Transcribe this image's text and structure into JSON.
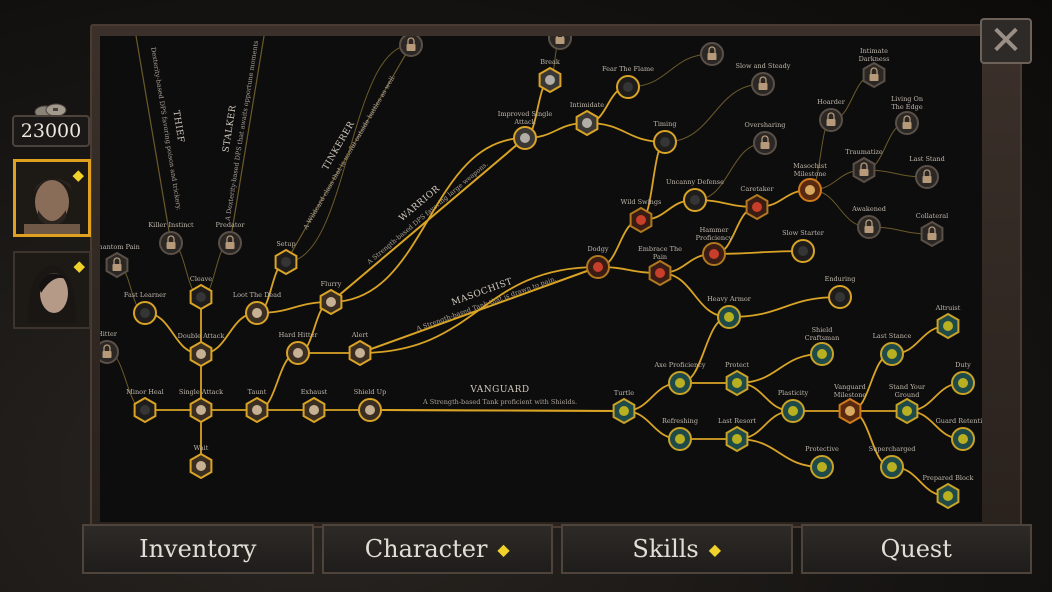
{
  "currency": {
    "amount": "23000",
    "icon": "coins-icon"
  },
  "characters": [
    {
      "name": "male-hero",
      "selected": true,
      "has_points": true
    },
    {
      "name": "female-hero",
      "selected": false,
      "has_points": true
    }
  ],
  "close_icon": "close-x-icon",
  "tabs": [
    {
      "label": "Inventory",
      "badge": false
    },
    {
      "label": "Character",
      "badge": true
    },
    {
      "label": "Skills",
      "badge": true
    },
    {
      "label": "Quest",
      "badge": false
    }
  ],
  "colors": {
    "gold": "#d9a426",
    "dim_line": "#6b5a2a",
    "masochist": "#c0412b",
    "vanguard": "#d4c21a",
    "vanguard_bg": "#1f4a4a",
    "milestone": "#d07a1c",
    "locked": "#2a2724"
  },
  "classes": [
    {
      "id": "thief",
      "title": "THIEF",
      "desc": "Dexterity-based DPS favoring poison and trickery."
    },
    {
      "id": "stalker",
      "title": "STALKER",
      "desc": "A Dexterity-based DPS that awaits opportune moments"
    },
    {
      "id": "tinkerer",
      "title": "TINKERER",
      "desc": "A Wildcard class that is useful outside battles as well."
    },
    {
      "id": "warrior",
      "title": "WARRIOR",
      "desc": "A Strength-based DPS favoring large weapons."
    },
    {
      "id": "masochist",
      "title": "MASOCHIST",
      "desc": "A Strength-based Tank that is drawn to pain."
    },
    {
      "id": "vanguard",
      "title": "VANGUARD",
      "desc": "A Strength-based Tank proficient with Shields."
    }
  ],
  "skills": [
    {
      "id": "wait",
      "name": "Wait",
      "shape": "hex",
      "state": "learned",
      "tree": "base"
    },
    {
      "id": "single",
      "name": "Single Attack",
      "shape": "hex",
      "state": "learned",
      "tree": "base"
    },
    {
      "id": "minorheal",
      "name": "Minor Heal",
      "shape": "hex",
      "state": "available",
      "tree": "base"
    },
    {
      "id": "double",
      "name": "Double Attack",
      "shape": "hex",
      "state": "learned",
      "tree": "base"
    },
    {
      "id": "cleave",
      "name": "Cleave",
      "shape": "hex",
      "state": "available",
      "tree": "base"
    },
    {
      "id": "fastlearner",
      "name": "Fast Learner",
      "shape": "circle",
      "state": "available",
      "tree": "base"
    },
    {
      "id": "loot",
      "name": "Loot The Dead",
      "shape": "circle",
      "state": "learned",
      "tree": "base"
    },
    {
      "id": "setup",
      "name": "Setup",
      "shape": "hex",
      "state": "available",
      "tree": "base"
    },
    {
      "id": "killer",
      "name": "Killer Instinct",
      "shape": "circle",
      "state": "locked",
      "tree": "base"
    },
    {
      "id": "predator",
      "name": "Predator",
      "shape": "circle",
      "state": "locked",
      "tree": "base"
    },
    {
      "id": "phantom",
      "name": "Phantom Pain",
      "shape": "hex",
      "state": "locked",
      "tree": "base"
    },
    {
      "id": "hitter",
      "name": "Hitter",
      "shape": "circle",
      "state": "locked",
      "tree": "base"
    },
    {
      "id": "taunt",
      "name": "Taunt",
      "shape": "hex",
      "state": "learned",
      "tree": "base"
    },
    {
      "id": "exhaust",
      "name": "Exhaust",
      "shape": "hex",
      "state": "learned",
      "tree": "base"
    },
    {
      "id": "shieldup",
      "name": "Shield Up",
      "shape": "circle",
      "state": "learned",
      "tree": "base"
    },
    {
      "id": "hardhitter",
      "name": "Hard Hitter",
      "shape": "circle",
      "state": "learned",
      "tree": "base"
    },
    {
      "id": "flurry",
      "name": "Flurry",
      "shape": "hex",
      "state": "learned",
      "tree": "base"
    },
    {
      "id": "alert",
      "name": "Alert",
      "shape": "hex",
      "state": "learned",
      "tree": "base"
    },
    {
      "id": "improved",
      "name": "Improved Single Attack",
      "shape": "circle",
      "state": "learned",
      "tree": "warrior"
    },
    {
      "id": "break",
      "name": "Break",
      "shape": "hex",
      "state": "learned",
      "tree": "warrior"
    },
    {
      "id": "intimidate",
      "name": "Intimidate",
      "shape": "hex",
      "state": "learned",
      "tree": "warrior"
    },
    {
      "id": "fear",
      "name": "Fear The Flame",
      "shape": "circle",
      "state": "available",
      "tree": "warrior"
    },
    {
      "id": "timing",
      "name": "Timing",
      "shape": "circle",
      "state": "available",
      "tree": "warrior"
    },
    {
      "id": "slowsteady",
      "name": "Slow and Steady",
      "shape": "circle",
      "state": "locked",
      "tree": "warrior"
    },
    {
      "id": "oversharing",
      "name": "Oversharing",
      "shape": "circle",
      "state": "locked",
      "tree": "warrior"
    },
    {
      "id": "top1",
      "name": "",
      "shape": "circle",
      "state": "locked",
      "tree": "warrior"
    },
    {
      "id": "top2",
      "name": "",
      "shape": "circle",
      "state": "locked",
      "tree": "warrior"
    },
    {
      "id": "top3",
      "name": "",
      "shape": "circle",
      "state": "locked",
      "tree": "base"
    },
    {
      "id": "dodgy",
      "name": "Dodgy",
      "shape": "circle",
      "state": "learned",
      "tree": "masochist"
    },
    {
      "id": "embrace",
      "name": "Embrace The Pain",
      "shape": "hex",
      "state": "learned",
      "tree": "masochist"
    },
    {
      "id": "wild",
      "name": "Wild Swings",
      "shape": "hex",
      "state": "learned",
      "tree": "masochist"
    },
    {
      "id": "uncanny",
      "name": "Uncanny Defense",
      "shape": "circle",
      "state": "available",
      "tree": "masochist"
    },
    {
      "id": "caretaker",
      "name": "Caretaker",
      "shape": "hex",
      "state": "learned",
      "tree": "masochist"
    },
    {
      "id": "hammer",
      "name": "Hammer Proficiency",
      "shape": "circle",
      "state": "learned",
      "tree": "masochist"
    },
    {
      "id": "slowstarter",
      "name": "Slow Starter",
      "shape": "circle",
      "state": "available",
      "tree": "masochist"
    },
    {
      "id": "masmile",
      "name": "Masochist Milestone",
      "shape": "circle",
      "state": "milestone",
      "tree": "masochist"
    },
    {
      "id": "hoarder",
      "name": "Hoarder",
      "shape": "circle",
      "state": "locked",
      "tree": "masochist"
    },
    {
      "id": "intimate",
      "name": "Intimate Darkness",
      "shape": "hex",
      "state": "locked",
      "tree": "masochist"
    },
    {
      "id": "living",
      "name": "Living On The Edge",
      "shape": "circle",
      "state": "locked",
      "tree": "masochist"
    },
    {
      "id": "traumatize",
      "name": "Traumatize",
      "shape": "hex",
      "state": "locked",
      "tree": "masochist"
    },
    {
      "id": "laststand",
      "name": "Last Stand",
      "shape": "circle",
      "state": "locked",
      "tree": "masochist"
    },
    {
      "id": "awakened",
      "name": "Awakened",
      "shape": "circle",
      "state": "locked",
      "tree": "masochist"
    },
    {
      "id": "collateral",
      "name": "Collateral",
      "shape": "hex",
      "state": "locked",
      "tree": "masochist"
    },
    {
      "id": "turtle",
      "name": "Turtle",
      "shape": "hex",
      "state": "learned",
      "tree": "vanguard"
    },
    {
      "id": "axe",
      "name": "Axe Proficiency",
      "shape": "circle",
      "state": "learned",
      "tree": "vanguard"
    },
    {
      "id": "refreshing",
      "name": "Refreshing",
      "shape": "circle",
      "state": "learned",
      "tree": "vanguard"
    },
    {
      "id": "protect",
      "name": "Protect",
      "shape": "hex",
      "state": "learned",
      "tree": "vanguard"
    },
    {
      "id": "lastresort",
      "name": "Last Resort",
      "shape": "hex",
      "state": "learned",
      "tree": "vanguard"
    },
    {
      "id": "heavy",
      "name": "Heavy Armor",
      "shape": "circle",
      "state": "learned",
      "tree": "vanguard"
    },
    {
      "id": "enduring",
      "name": "Enduring",
      "shape": "circle",
      "state": "available",
      "tree": "vanguard"
    },
    {
      "id": "craftsman",
      "name": "Shield Craftsman",
      "shape": "circle",
      "state": "learned",
      "tree": "vanguard"
    },
    {
      "id": "plasticity",
      "name": "Plasticity",
      "shape": "circle",
      "state": "learned",
      "tree": "vanguard"
    },
    {
      "id": "protective",
      "name": "Protective",
      "shape": "circle",
      "state": "learned",
      "tree": "vanguard"
    },
    {
      "id": "vanmile",
      "name": "Vanguard Milestone",
      "shape": "hex",
      "state": "milestone",
      "tree": "vanguard"
    },
    {
      "id": "laststance",
      "name": "Last Stance",
      "shape": "circle",
      "state": "learned",
      "tree": "vanguard"
    },
    {
      "id": "altruist",
      "name": "Altruist",
      "shape": "hex",
      "state": "learned",
      "tree": "vanguard"
    },
    {
      "id": "standground",
      "name": "Stand Your Ground",
      "shape": "hex",
      "state": "learned",
      "tree": "vanguard"
    },
    {
      "id": "duty",
      "name": "Duty",
      "shape": "circle",
      "state": "learned",
      "tree": "vanguard"
    },
    {
      "id": "guardret",
      "name": "Guard Retention",
      "shape": "circle",
      "state": "learned",
      "tree": "vanguard"
    },
    {
      "id": "supercharged",
      "name": "Supercharged",
      "shape": "circle",
      "state": "learned",
      "tree": "vanguard"
    },
    {
      "id": "prepared",
      "name": "Prepared Block",
      "shape": "hex",
      "state": "learned",
      "tree": "vanguard"
    }
  ],
  "links": [
    [
      "wait",
      "single",
      1
    ],
    [
      "single",
      "double",
      1
    ],
    [
      "single",
      "minorheal",
      1
    ],
    [
      "single",
      "taunt",
      1
    ],
    [
      "double",
      "cleave",
      1
    ],
    [
      "double",
      "fastlearner",
      1
    ],
    [
      "double",
      "loot",
      1
    ],
    [
      "loot",
      "setup",
      1
    ],
    [
      "loot",
      "flurry",
      1
    ],
    [
      "cleave",
      "killer",
      0
    ],
    [
      "cleave",
      "predator",
      0
    ],
    [
      "fastlearner",
      "phantom",
      0
    ],
    [
      "minorheal",
      "hitter",
      0
    ],
    [
      "taunt",
      "exhaust",
      1
    ],
    [
      "exhaust",
      "shieldup",
      1
    ],
    [
      "taunt",
      "hardhitter",
      1
    ],
    [
      "hardhitter",
      "flurry",
      1
    ],
    [
      "hardhitter",
      "alert",
      1
    ],
    [
      "flurry",
      "improved",
      1
    ],
    [
      "alert",
      "dodgy",
      1
    ],
    [
      "shieldup",
      "turtle",
      1
    ],
    [
      "improved",
      "break",
      1
    ],
    [
      "improved",
      "intimidate",
      1
    ],
    [
      "intimidate",
      "fear",
      1
    ],
    [
      "intimidate",
      "timing",
      1
    ],
    [
      "timing",
      "slowsteady",
      0
    ],
    [
      "break",
      "top1",
      0
    ],
    [
      "fear",
      "top2",
      0
    ],
    [
      "setup",
      "top3",
      0
    ],
    [
      "timing",
      "wild",
      1
    ],
    [
      "dodgy",
      "wild",
      1
    ],
    [
      "dodgy",
      "embrace",
      1
    ],
    [
      "wild",
      "uncanny",
      1
    ],
    [
      "uncanny",
      "caretaker",
      1
    ],
    [
      "uncanny",
      "oversharing",
      0
    ],
    [
      "embrace",
      "hammer",
      1
    ],
    [
      "hammer",
      "caretaker",
      1
    ],
    [
      "hammer",
      "slowstarter",
      1
    ],
    [
      "caretaker",
      "masmile",
      1
    ],
    [
      "embrace",
      "heavy",
      1
    ],
    [
      "masmile",
      "hoarder",
      0
    ],
    [
      "hoarder",
      "intimate",
      0
    ],
    [
      "masmile",
      "traumatize",
      0
    ],
    [
      "traumatize",
      "living",
      0
    ],
    [
      "traumatize",
      "laststand",
      0
    ],
    [
      "masmile",
      "awakened",
      0
    ],
    [
      "awakened",
      "collateral",
      0
    ],
    [
      "turtle",
      "axe",
      1
    ],
    [
      "turtle",
      "refreshing",
      1
    ],
    [
      "axe",
      "protect",
      1
    ],
    [
      "refreshing",
      "lastresort",
      1
    ],
    [
      "axe",
      "heavy",
      1
    ],
    [
      "heavy",
      "enduring",
      1
    ],
    [
      "protect",
      "craftsman",
      1
    ],
    [
      "protect",
      "plasticity",
      1
    ],
    [
      "lastresort",
      "plasticity",
      1
    ],
    [
      "lastresort",
      "protective",
      1
    ],
    [
      "plasticity",
      "vanmile",
      1
    ],
    [
      "vanmile",
      "laststance",
      1
    ],
    [
      "vanmile",
      "standground",
      1
    ],
    [
      "vanmile",
      "supercharged",
      1
    ],
    [
      "laststance",
      "altruist",
      1
    ],
    [
      "standground",
      "duty",
      1
    ],
    [
      "standground",
      "guardret",
      1
    ],
    [
      "supercharged",
      "prepared",
      1
    ]
  ]
}
